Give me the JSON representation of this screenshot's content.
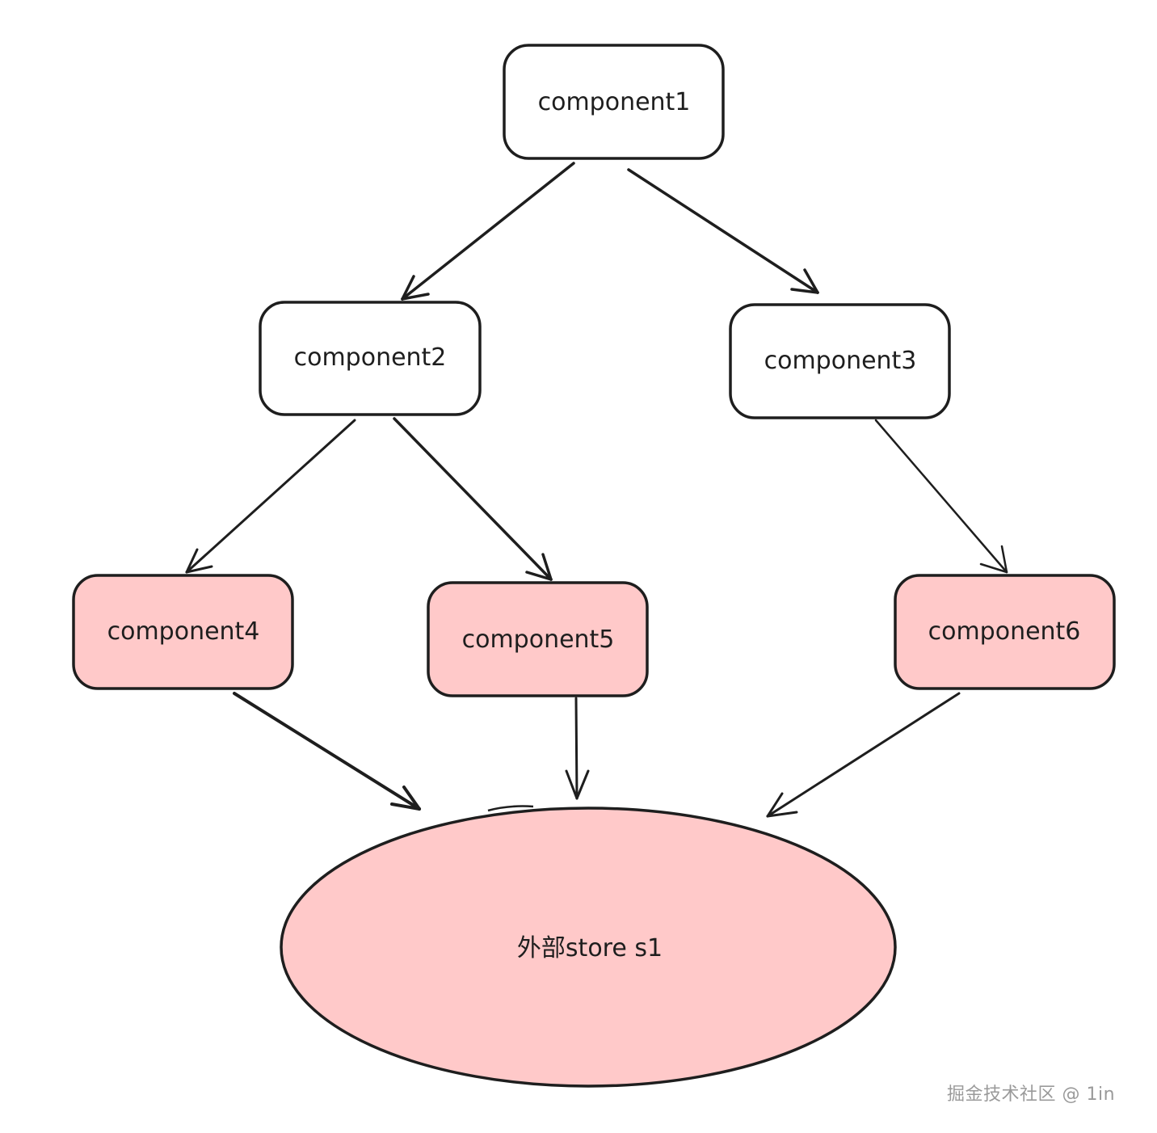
{
  "nodes": {
    "c1": {
      "label": "component1",
      "fill": "#ffffff"
    },
    "c2": {
      "label": "component2",
      "fill": "#ffffff"
    },
    "c3": {
      "label": "component3",
      "fill": "#ffffff"
    },
    "c4": {
      "label": "component4",
      "fill": "#ffc9c9"
    },
    "c5": {
      "label": "component5",
      "fill": "#ffc9c9"
    },
    "c6": {
      "label": "component6",
      "fill": "#ffc9c9"
    }
  },
  "store": {
    "label": "外部store s1",
    "fill": "#ffc9c9"
  },
  "edges": [
    {
      "from": "component1",
      "to": "component2"
    },
    {
      "from": "component1",
      "to": "component3"
    },
    {
      "from": "component2",
      "to": "component4"
    },
    {
      "from": "component2",
      "to": "component5"
    },
    {
      "from": "component3",
      "to": "component6"
    },
    {
      "from": "component4",
      "to": "外部store s1"
    },
    {
      "from": "component5",
      "to": "外部store s1"
    },
    {
      "from": "component6",
      "to": "外部store s1"
    }
  ],
  "colors": {
    "stroke": "#1e1e1e",
    "highlight_fill": "#ffc9c9",
    "default_fill": "#ffffff"
  },
  "watermark": "掘金技术社区 @ 1in"
}
